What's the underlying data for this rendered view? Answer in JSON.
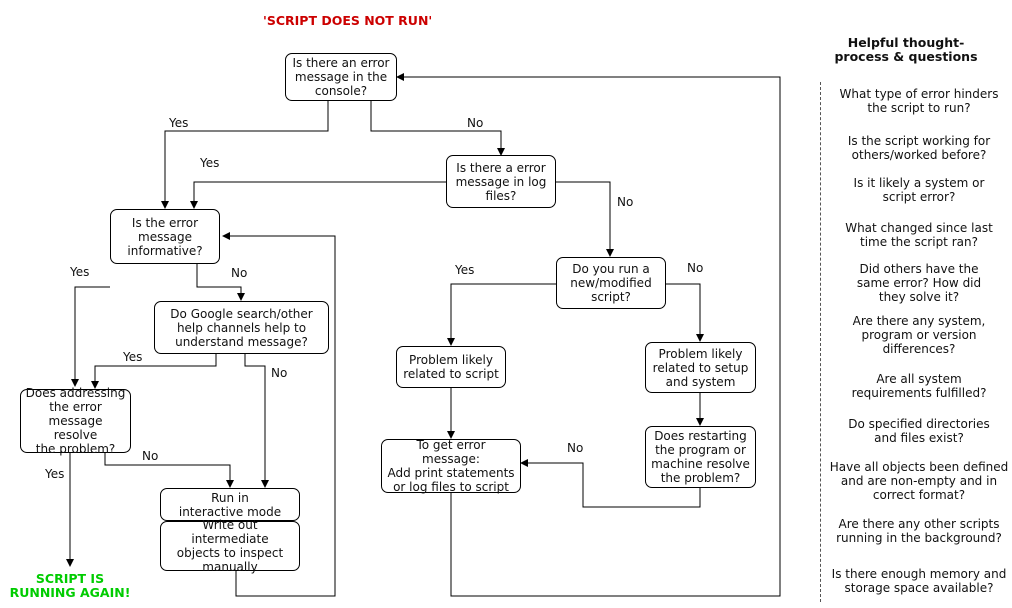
{
  "title": "'SCRIPT DOES NOT RUN'",
  "colors": {
    "title": "#cc0000",
    "success": "#00cc00"
  },
  "nodes": {
    "error_console": "Is there an error\nmessage in the\nconsole?",
    "error_log": "Is there a error\nmessage in log\nfiles?",
    "informative": "Is the error\nmessage\ninformative?",
    "google": "Do Google search/other\nhelp channels help to\nunderstand message?",
    "addressing": "Does addressing\nthe error\nmessage resolve\nthe problem?",
    "interactive": "Run in\ninteractive mode",
    "intermediate": "Write out intermediate\nobjects to inspect\nmanually",
    "new_script": "Do you run a\nnew/modified\nscript?",
    "related_script": "Problem likely\nrelated to script",
    "related_setup": "Problem likely\nrelated to setup\nand system",
    "get_error": "To get error message:\nAdd print statements\nor log files to script",
    "restarting": "Does restarting\nthe program or\nmachine resolve\nthe problem?"
  },
  "edge_labels": {
    "console_yes": "Yes",
    "console_no": "No",
    "log_yes": "Yes",
    "log_no": "No",
    "informative_yes": "Yes",
    "informative_no": "No",
    "google_yes": "Yes",
    "google_no": "No",
    "addressing_yes": "Yes",
    "addressing_no": "No",
    "new_yes": "Yes",
    "new_no": "No",
    "restart_no": "No"
  },
  "success_text": "SCRIPT IS\nRUNNING AGAIN!",
  "sidebar": {
    "title": "Helpful thought-\nprocess & questions",
    "questions": [
      "What type of error hinders\nthe script to run?",
      "Is the script working for\nothers/worked before?",
      "Is it likely a system or\nscript error?",
      "What changed since last\ntime the script ran?",
      "Did others have the\nsame error? How did\nthey solve it?",
      "Are there any system,\nprogram or version\ndifferences?",
      "Are all system\nrequirements fulfilled?",
      "Do specified directories\nand files exist?",
      "Have all objects been defined\nand are non-empty and in\ncorrect format?",
      "Are there any other scripts\nrunning in the background?",
      "Is there enough memory and\nstorage space available?"
    ]
  }
}
